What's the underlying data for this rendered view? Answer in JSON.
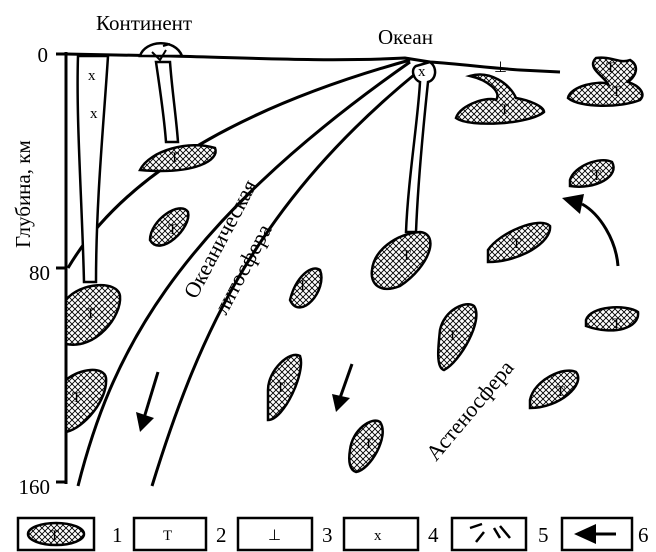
{
  "labels": {
    "continent": "Континент",
    "ocean": "Океан",
    "yaxis": "Глубина, км",
    "lithosphere_line1": "Океаническая",
    "lithosphere_line2": "литосфера",
    "asthenosphere": "Астеносфера"
  },
  "yaxis": {
    "ticks": [
      "0",
      "80",
      "160"
    ],
    "range_km": [
      0,
      160
    ]
  },
  "symbols": {
    "t": "Т",
    "inv_t": "⊥",
    "x": "х"
  },
  "legend": [
    {
      "num": "1",
      "symbol": "crosshatched-body-with-T"
    },
    {
      "num": "2",
      "symbol": "Т"
    },
    {
      "num": "3",
      "symbol": "⊥"
    },
    {
      "num": "4",
      "symbol": "х"
    },
    {
      "num": "5",
      "symbol": "broken-strokes"
    },
    {
      "num": "6",
      "symbol": "arrow-left"
    }
  ]
}
